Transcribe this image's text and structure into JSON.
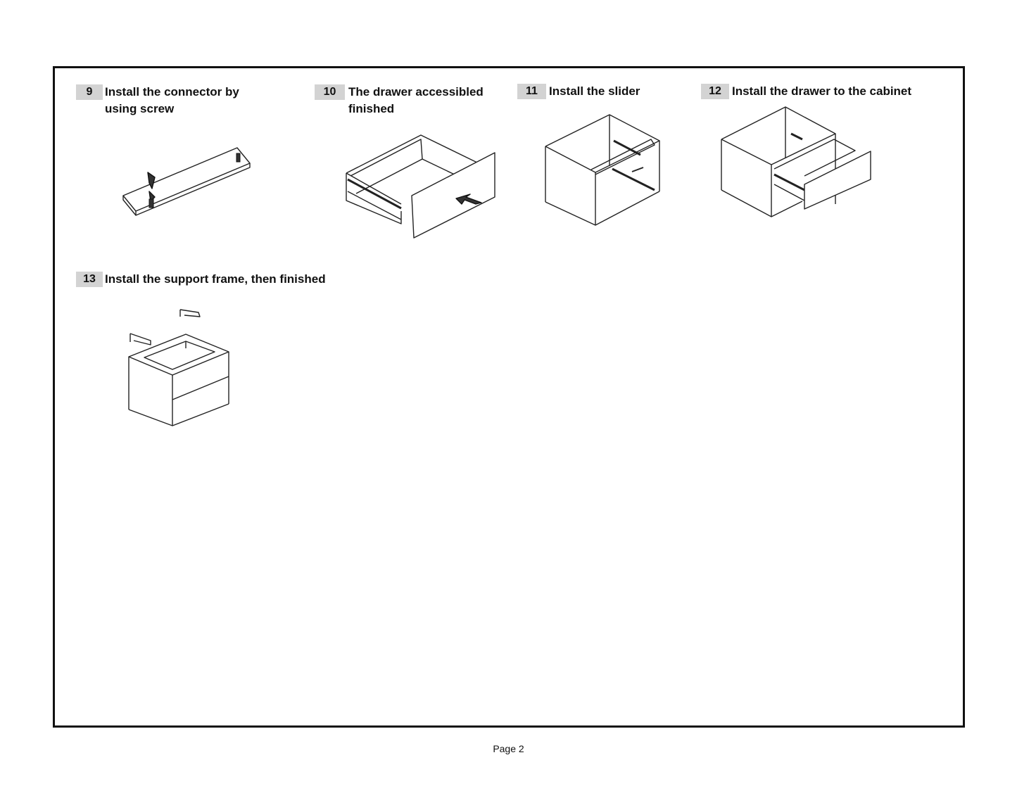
{
  "steps": [
    {
      "number": "9",
      "title_line1": "Install the connector by",
      "title_line2": "using screw"
    },
    {
      "number": "10",
      "title_line1": "The drawer accessibled",
      "title_line2": "finished"
    },
    {
      "number": "11",
      "title_line1": "Install the slider"
    },
    {
      "number": "12",
      "title_line1": "Install the drawer to the cabinet"
    },
    {
      "number": "13",
      "title_line1": "Install the support frame, then finished"
    }
  ],
  "footer": {
    "page_label": "Page 2"
  }
}
